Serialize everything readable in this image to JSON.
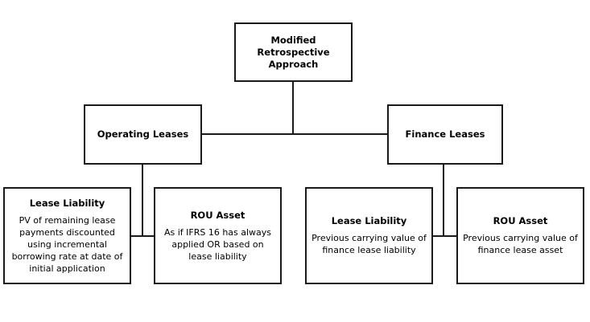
{
  "root": {
    "title": "Modified Retrospective Approach"
  },
  "operating": {
    "title": "Operating Leases",
    "lease_liability": {
      "title": "Lease Liability",
      "text": "PV of remaining lease payments discounted using incremental borrowing rate at date of initial application"
    },
    "rou_asset": {
      "title": "ROU Asset",
      "text": "As if IFRS 16 has always applied OR based on lease liability"
    }
  },
  "finance": {
    "title": "Finance Leases",
    "lease_liability": {
      "title": "Lease Liability",
      "text": "Previous carrying value of finance lease liability"
    },
    "rou_asset": {
      "title": "ROU Asset",
      "text": "Previous carrying value of finance lease asset"
    }
  },
  "colors": {
    "border": "#1a1a1a",
    "connector": "#1a1a1a",
    "background": "#ffffff"
  }
}
